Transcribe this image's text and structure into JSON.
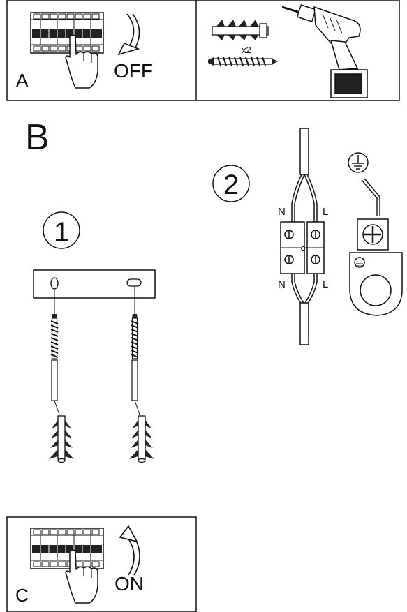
{
  "panel_a": {
    "letter": "A",
    "switch_state": "OFF",
    "fixings_qty": "x2"
  },
  "panel_b": {
    "letter": "B",
    "step1_number": "1",
    "step2_number": "2",
    "wire_top_left": "N",
    "wire_top_right": "L",
    "wire_bottom_left": "N",
    "wire_bottom_right": "L"
  },
  "panel_c": {
    "letter": "C",
    "switch_state": "ON"
  },
  "icons": [
    "breaker-panel-icon",
    "hand-icon",
    "rotate-arrow-icon",
    "wall-plug-icon",
    "screw-icon",
    "drill-icon",
    "earth-symbol-icon",
    "terminal-block-icon",
    "earth-ring-terminal-icon",
    "mounting-plate-icon"
  ],
  "colors": {
    "line": "#111111",
    "fill_dark": "#222222",
    "background": "#ffffff"
  }
}
